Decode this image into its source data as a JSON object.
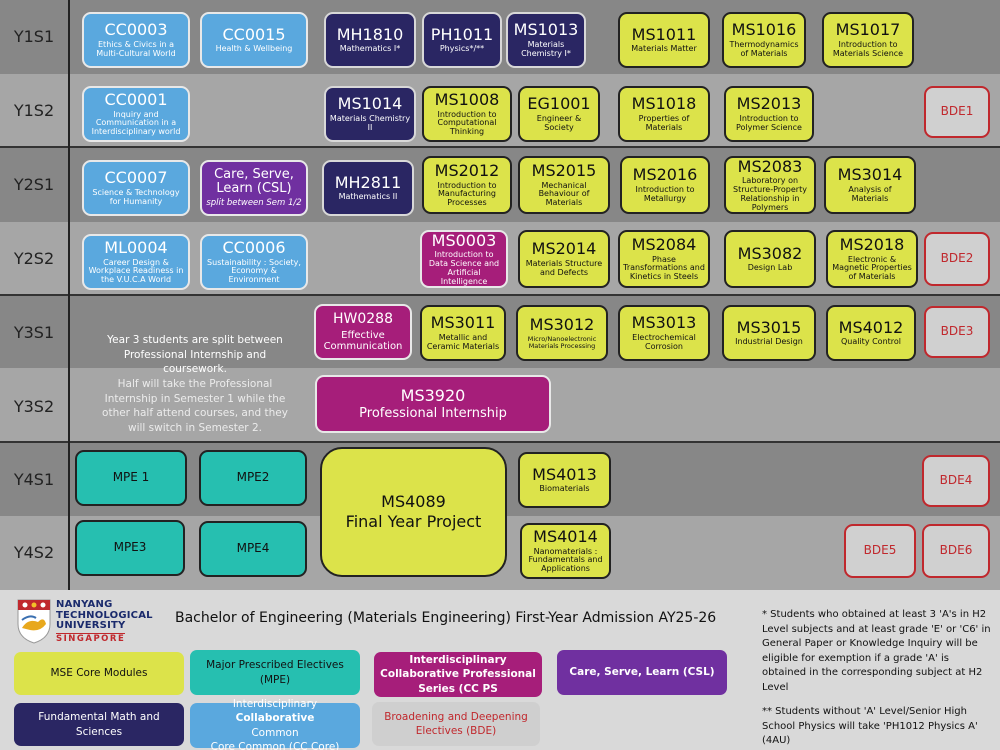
{
  "semesters": [
    {
      "label": "Y1S1"
    },
    {
      "label": "Y1S2"
    },
    {
      "label": "Y2S1"
    },
    {
      "label": "Y2S2"
    },
    {
      "label": "Y3S1"
    },
    {
      "label": "Y3S2"
    },
    {
      "label": "Y4S1"
    },
    {
      "label": "Y4S2"
    }
  ],
  "modules": {
    "y1s1": [
      {
        "code": "CC0003",
        "name": "Ethics & Civics in a Multi-Cultural World"
      },
      {
        "code": "CC0015",
        "name": "Health & Wellbeing"
      },
      {
        "code": "MH1810",
        "name": "Mathematics I*"
      },
      {
        "code": "PH1011",
        "name": "Physics*/**"
      },
      {
        "code": "MS1013",
        "name": "Materials Chemistry I*"
      },
      {
        "code": "MS1011",
        "name": "Materials Matter"
      },
      {
        "code": "MS1016",
        "name": "Thermodynamics of Materials"
      },
      {
        "code": "MS1017",
        "name": "Introduction to Materials Science"
      }
    ],
    "y1s2": [
      {
        "code": "CC0001",
        "name": "Inquiry and Communication in a Interdisciplinary world"
      },
      {
        "code": "MS1014",
        "name": "Materials Chemistry II"
      },
      {
        "code": "MS1008",
        "name": "Introduction to Computational Thinking"
      },
      {
        "code": "EG1001",
        "name": "Engineer & Society"
      },
      {
        "code": "MS1018",
        "name": "Properties of Materials"
      },
      {
        "code": "MS2013",
        "name": "Introduction to Polymer Science"
      },
      {
        "code": "BDE1"
      }
    ],
    "y2s1": [
      {
        "code": "CC0007",
        "name": "Science & Technology for Humanity"
      },
      {
        "code": "Care, Serve, Learn (CSL)",
        "name": "split between Sem 1/2"
      },
      {
        "code": "MH2811",
        "name": "Mathematics II"
      },
      {
        "code": "MS2012",
        "name": "Introduction to Manufacturing Processes"
      },
      {
        "code": "MS2015",
        "name": "Mechanical Behaviour of Materials"
      },
      {
        "code": "MS2016",
        "name": "Introduction to Metallurgy"
      },
      {
        "code": "MS2083",
        "name": "Laboratory on Structure-Property Relationship in Polymers"
      },
      {
        "code": "MS3014",
        "name": "Analysis of Materials"
      }
    ],
    "y2s2": [
      {
        "code": "ML0004",
        "name": "Career Design & Workplace Readiness in the V.U.C.A World"
      },
      {
        "code": "CC0006",
        "name": "Sustainability : Society, Economy & Environment"
      },
      {
        "code": "MS0003",
        "name": "Introduction to Data Science and Artificial Intelligence"
      },
      {
        "code": "MS2014",
        "name": "Materials Structure and Defects"
      },
      {
        "code": "MS2084",
        "name": "Phase Transformations and Kinetics in Steels"
      },
      {
        "code": "MS3082",
        "name": "Design Lab"
      },
      {
        "code": "MS2018",
        "name": "Electronic & Magnetic Properties of Materials"
      },
      {
        "code": "BDE2"
      }
    ],
    "y3s1": [
      {
        "code": "HW0288",
        "name": "Effective Communication"
      },
      {
        "code": "MS3011",
        "name": "Metallic and Ceramic Materials"
      },
      {
        "code": "MS3012",
        "name": "Micro/Nanoelectronic Materials Processing"
      },
      {
        "code": "MS3013",
        "name": "Electrochemical Corrosion"
      },
      {
        "code": "MS3015",
        "name": "Industrial Design"
      },
      {
        "code": "MS4012",
        "name": "Quality Control"
      },
      {
        "code": "BDE3"
      }
    ],
    "y3s2": [
      {
        "code": "MS3920",
        "name": "Professional Internship"
      }
    ],
    "y4": [
      {
        "code": "MPE 1"
      },
      {
        "code": "MPE2"
      },
      {
        "code": "MPE3"
      },
      {
        "code": "MPE4"
      },
      {
        "code": "MS4089",
        "name": "Final Year Project"
      },
      {
        "code": "MS4013",
        "name": "Biomaterials"
      },
      {
        "code": "MS4014",
        "name": "Nanomaterials : Fundamentals and Applications"
      },
      {
        "code": "BDE4"
      },
      {
        "code": "BDE5"
      },
      {
        "code": "BDE6"
      }
    ]
  },
  "year3_note": {
    "line1": "Year 3 students are split between Professional Internship and coursework.",
    "line2": "Half will take the Professional Internship in Semester 1 while the other half attend courses, and they will switch in Semester 2."
  },
  "footer": {
    "logo": {
      "line1": "NANYANG",
      "line2": "TECHNOLOGICAL",
      "line3": "UNIVERSITY",
      "line4": "SINGAPORE"
    },
    "title": "Bachelor of Engineering (Materials Engineering) First-Year Admission AY25-26",
    "legend": [
      {
        "label": "MSE Core Modules",
        "color": "#dce34a"
      },
      {
        "label": "Major Prescribed Electives (MPE)",
        "color": "#26bfb0"
      },
      {
        "label": "Interdisciplinary Collaborative Professional Series (CC PS",
        "color": "#a61e7a"
      },
      {
        "label": "Care, Serve, Learn (CSL)",
        "color": "#7030a0"
      },
      {
        "label": "Fundamental Math and Sciences",
        "color": "#2a2663"
      },
      {
        "label_a": "Interdisciplinary ",
        "label_b": "Collaborative",
        "label_c": "Common",
        "label_d": "Core Common (CC Core)",
        "color": "#5aa8de"
      },
      {
        "label": "Broadening and Deepening Electives (BDE)",
        "color": "#d0d0d0"
      }
    ],
    "footnote1": "* Students who obtained at least 3 'A's in H2 Level subjects and at least grade 'E' or 'C6' in General Paper or Knowledge Inquiry will be eligible for exemption if a grade 'A' is obtained in the corresponding subject at H2 Level",
    "footnote2": "** Students without 'A' Level/Senior High School Physics will take 'PH1012 Physics A' (4AU)"
  },
  "colors": {
    "core": "#dce34a",
    "mpe": "#26bfb0",
    "ccps": "#a61e7a",
    "csl": "#7030a0",
    "math": "#2a2663",
    "cccore": "#5aa8de",
    "bde": "#d0d0d0",
    "bde_text": "#c0282d"
  }
}
